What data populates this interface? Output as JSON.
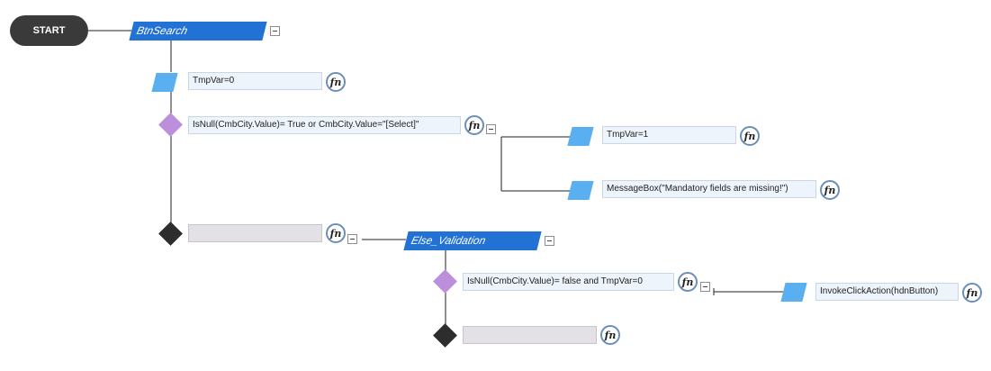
{
  "start_label": "START",
  "fn_label": "fn",
  "colors": {
    "header": "#2272d6",
    "action": "#5aaff0",
    "condition": "#bc8fdd",
    "end": "#2d2d2d",
    "start": "#3a3a3a"
  },
  "blocks": {
    "btn_search": {
      "title": "BtnSearch"
    },
    "else_validation": {
      "title": "Else_Validation"
    }
  },
  "steps": {
    "tmpvar0": "TmpVar=0",
    "cond1": "IsNull(CmbCity.Value)= True or CmbCity.Value=\"[Select]\"",
    "tmpvar1": "TmpVar=1",
    "msgbox": "MessageBox(\"Mandatory fields are missing!\")",
    "else1": "",
    "cond2": "IsNull(CmbCity.Value)= false and TmpVar=0",
    "invoke": "InvokeClickAction(hdnButton)",
    "else2": ""
  }
}
